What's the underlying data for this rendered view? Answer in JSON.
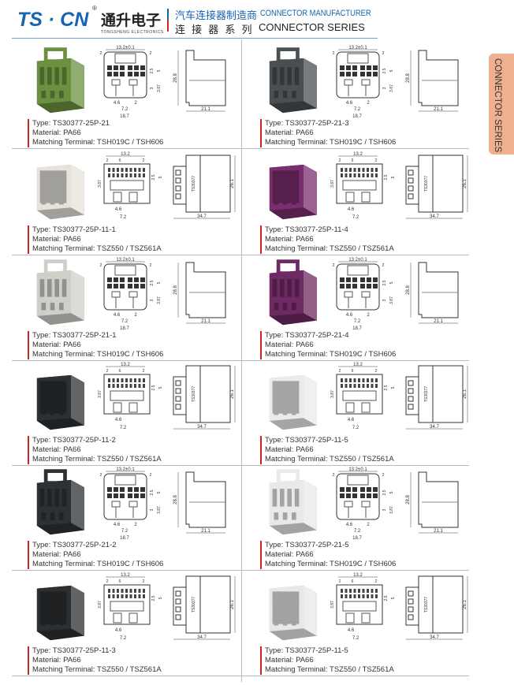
{
  "header": {
    "logo": "TS · CN",
    "registered": "®",
    "company_cn": "通升电子",
    "company_en": "TONGSHENG ELECTRONICS",
    "tagline_cn": "汽车连接器制造商",
    "tagline_en": "CONNECTOR MANUFACTURER",
    "series_cn": "连 接 器 系 列",
    "series_en": "CONNECTOR SERIES"
  },
  "side_tab": "CONNECTOR SERIES",
  "labels": {
    "type": "Type: ",
    "material": "Material: ",
    "terminal": "Matching Terminal: "
  },
  "drawing_labels": {
    "21": {
      "width": "13.2±0.1",
      "a": "2",
      "b": "2",
      "c": "2.5",
      "d": "5",
      "e": "3",
      "f": "3.87",
      "g": "4.6",
      "h": "2",
      "i": "7.2",
      "j": "18.7",
      "height": "28.8",
      "depth": "21.1"
    },
    "11": {
      "width": "13.2",
      "a": "2",
      "b": "6",
      "c": "2",
      "d": "3.87",
      "e": "2.5",
      "f": "5",
      "g": "4.6",
      "i": "7.2",
      "height": "26.1",
      "depth": "34.7",
      "mark": "TS30377"
    }
  },
  "products": [
    {
      "type": "TS30377-25P-21",
      "material": "PA66",
      "terminal": "TSH019C / TSH606",
      "kind": "21",
      "color": "#6b9040"
    },
    {
      "type": "TS30377-25P-21-3",
      "material": "PA66",
      "terminal": "TSH019C / TSH606",
      "kind": "21",
      "color": "#4a4f51"
    },
    {
      "type": "TS30377-25P-11-1",
      "material": "PA66",
      "terminal": "TSZ550 / TSZ561A",
      "kind": "11",
      "color": "#e6e3da"
    },
    {
      "type": "TS30377-25P-11-4",
      "material": "PA66",
      "terminal": "TSZ550 / TSZ561A",
      "kind": "11",
      "color": "#7a2e6d"
    },
    {
      "type": "TS30377-25P-21-1",
      "material": "PA66",
      "terminal": "TSH019C / TSH606",
      "kind": "21",
      "color": "#cfcfca"
    },
    {
      "type": "TS30377-25P-21-4",
      "material": "PA66",
      "terminal": "TSH019C / TSH606",
      "kind": "21",
      "color": "#6e2a62"
    },
    {
      "type": "TS30377-25P-11-2",
      "material": "PA66",
      "terminal": "TSZ550 / TSZ561A",
      "kind": "11",
      "color": "#2d3033"
    },
    {
      "type": "TS30377-25P-11-5",
      "material": "PA66",
      "terminal": "TSZ550 / TSZ561A",
      "kind": "11",
      "color": "#ebebea"
    },
    {
      "type": "TS30377-25P-21-2",
      "material": "PA66",
      "terminal": "TSH019C / TSH606",
      "kind": "21",
      "color": "#2e3134"
    },
    {
      "type": "TS30377-25P-21-5",
      "material": "PA66",
      "terminal": "TSH019C / TSH606",
      "kind": "21",
      "color": "#e9e9e8"
    },
    {
      "type": "TS30377-25P-11-3",
      "material": "PA66",
      "terminal": "TSZ550 / TSZ561A",
      "kind": "11",
      "color": "#2c2f32"
    },
    {
      "type": "TS30377-25P-11-5",
      "material": "PA66",
      "terminal": "TSZ550 / TSZ561A",
      "kind": "11",
      "color": "#e8e8e6"
    }
  ]
}
